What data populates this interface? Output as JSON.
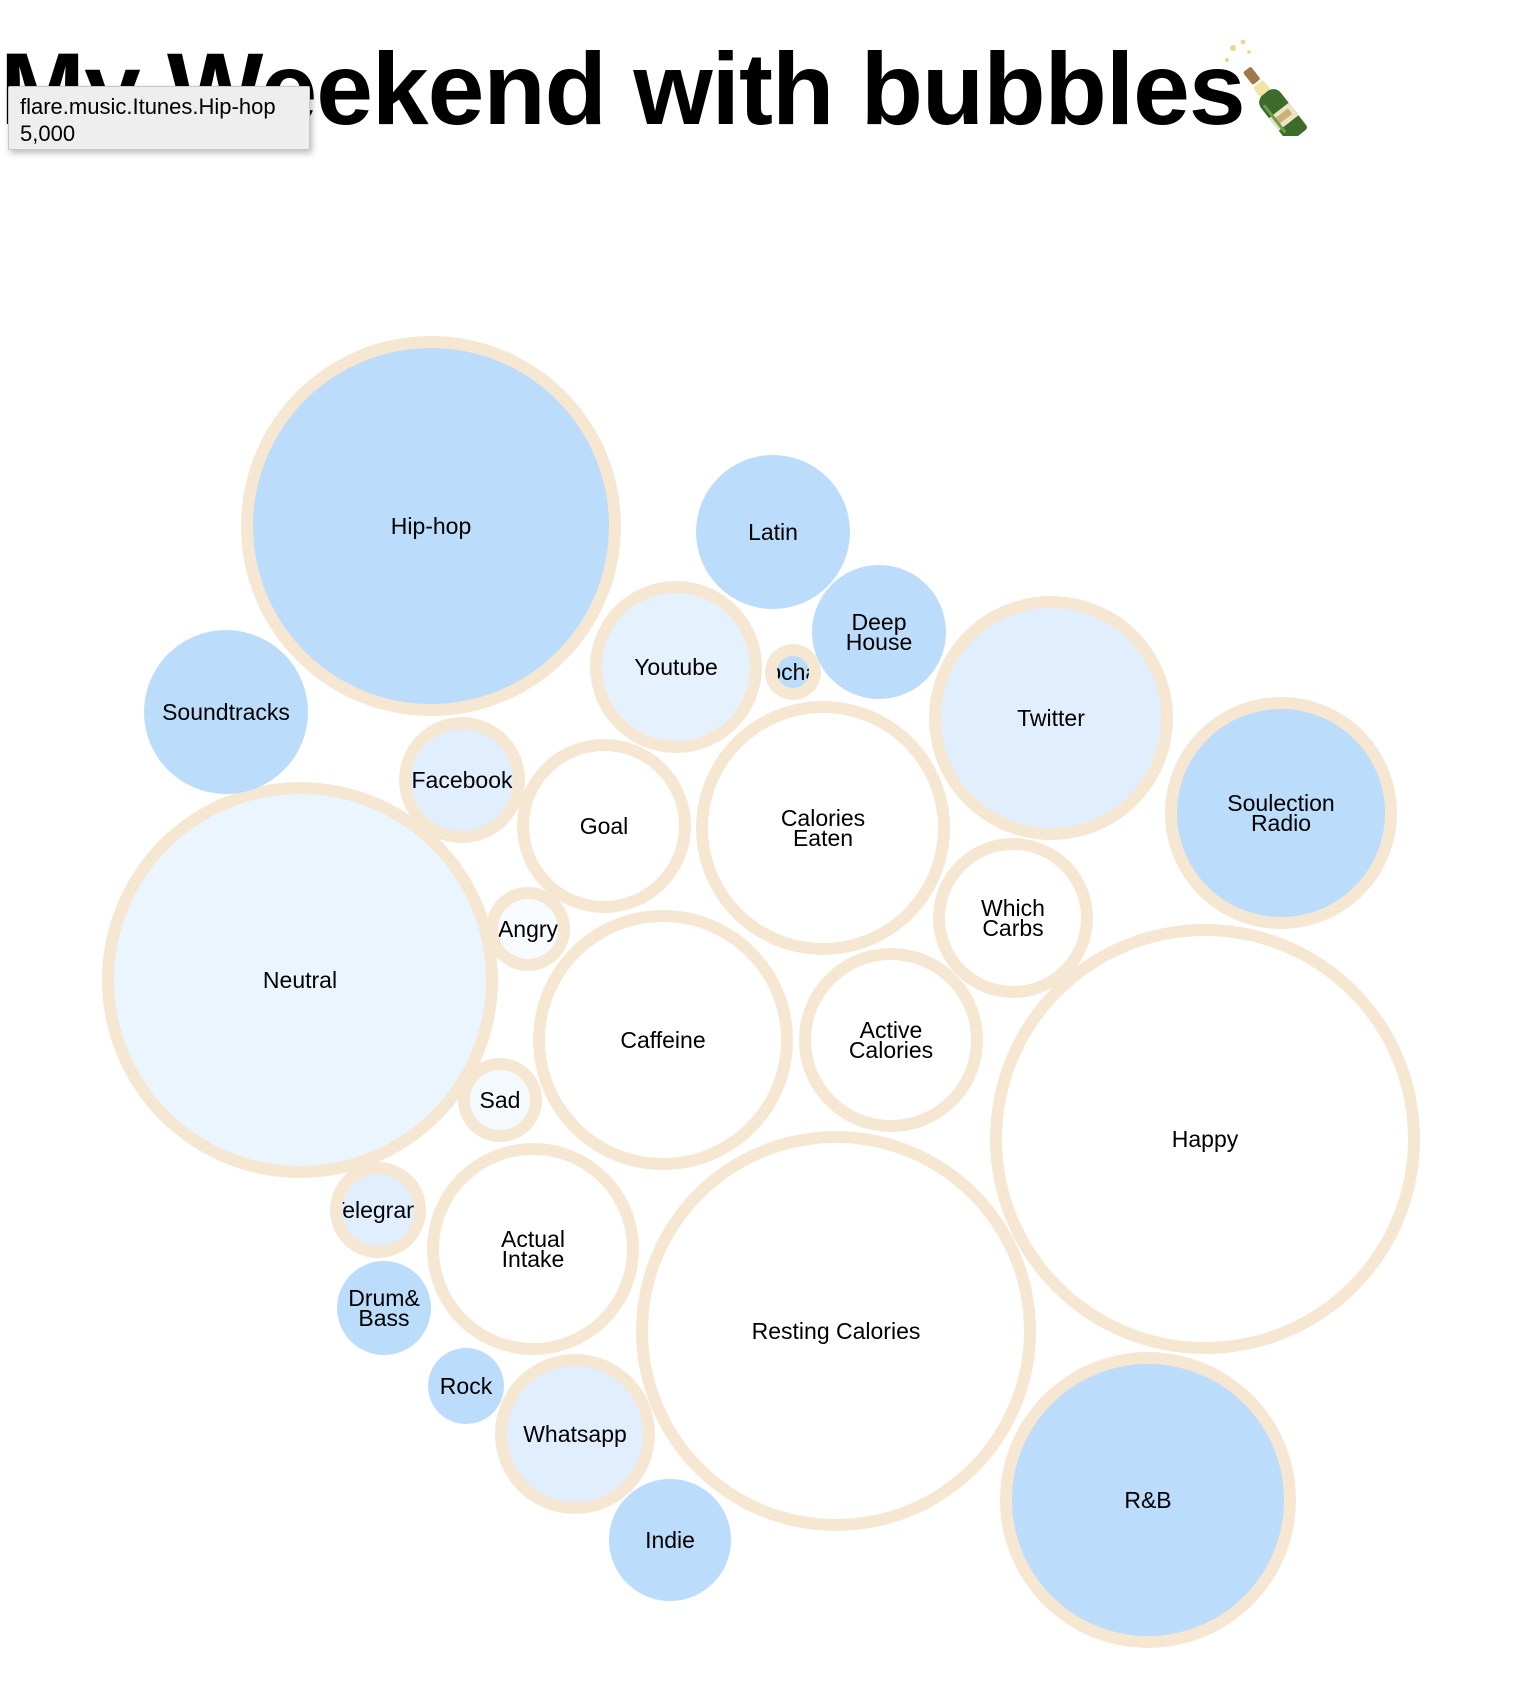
{
  "page": {
    "title": "My Weekend with bubbles",
    "title_emoji": "bottle-with-popping-cork-icon"
  },
  "tooltip": {
    "name": "flare.music.Itunes.Hip-hop",
    "value": "5,000"
  },
  "colors": {
    "ring": "#f6e7d3",
    "music": "#bbdcfa",
    "social_high": "#e1eefd",
    "social_low": "#e6f1fe",
    "mood_neutral": "#ebf5fe",
    "mood_angry": "#f7fbff",
    "mood_sad": "#f4f9fe",
    "fill_white": "#ffffff"
  },
  "chart_data": {
    "type": "bubble",
    "title": "My Weekend with bubbles",
    "root": "flare",
    "bubbles": [
      {
        "id": "hip-hop",
        "label": "Hip-hop",
        "group": "music",
        "value": 5000,
        "ring": true,
        "fill": "music"
      },
      {
        "id": "latin",
        "label": "Latin",
        "group": "music",
        "ring": false,
        "fill": "music"
      },
      {
        "id": "deep-house",
        "label": "Deep House",
        "group": "music",
        "ring": false,
        "fill": "music"
      },
      {
        "id": "soundtracks",
        "label": "Soundtracks",
        "group": "music",
        "ring": false,
        "fill": "music"
      },
      {
        "id": "soulection-radio",
        "label": "Soulection Radio",
        "group": "music",
        "ring": true,
        "fill": "music"
      },
      {
        "id": "drum-bass",
        "label": "Drum& Bass",
        "group": "music",
        "ring": false,
        "fill": "music"
      },
      {
        "id": "rock",
        "label": "Rock",
        "group": "music",
        "ring": false,
        "fill": "music"
      },
      {
        "id": "indie",
        "label": "Indie",
        "group": "music",
        "ring": false,
        "fill": "music"
      },
      {
        "id": "rnb",
        "label": "R&B",
        "group": "music",
        "ring": true,
        "fill": "music"
      },
      {
        "id": "youtube",
        "label": "Youtube",
        "group": "social",
        "ring": true,
        "fill": "social_low"
      },
      {
        "id": "snapchat",
        "label": "Snapchat",
        "group": "social",
        "ring": true,
        "fill": "music"
      },
      {
        "id": "twitter",
        "label": "Twitter",
        "group": "social",
        "ring": true,
        "fill": "social_high"
      },
      {
        "id": "facebook",
        "label": "Facebook",
        "group": "social",
        "ring": true,
        "fill": "social_high"
      },
      {
        "id": "telegram",
        "label": "Telegram",
        "group": "social",
        "ring": true,
        "fill": "social_high"
      },
      {
        "id": "whatsapp",
        "label": "Whatsapp",
        "group": "social",
        "ring": true,
        "fill": "social_high"
      },
      {
        "id": "goal",
        "label": "Goal",
        "group": "health",
        "ring": true,
        "fill": "fill_white"
      },
      {
        "id": "calories-eaten",
        "label": "Calories Eaten",
        "group": "health",
        "ring": true,
        "fill": "fill_white"
      },
      {
        "id": "which-carbs",
        "label": "Which Carbs",
        "group": "health",
        "ring": true,
        "fill": "fill_white"
      },
      {
        "id": "caffeine",
        "label": "Caffeine",
        "group": "health",
        "ring": true,
        "fill": "fill_white"
      },
      {
        "id": "active-calories",
        "label": "Active Calories",
        "group": "health",
        "ring": true,
        "fill": "fill_white"
      },
      {
        "id": "actual-intake",
        "label": "Actual Intake",
        "group": "health",
        "ring": true,
        "fill": "fill_white"
      },
      {
        "id": "resting-calories",
        "label": "Resting Calories",
        "group": "health",
        "ring": true,
        "fill": "fill_white"
      },
      {
        "id": "neutral",
        "label": "Neutral",
        "group": "mood",
        "ring": true,
        "fill": "mood_neutral"
      },
      {
        "id": "angry",
        "label": "Angry",
        "group": "mood",
        "ring": true,
        "fill": "mood_angry"
      },
      {
        "id": "sad",
        "label": "Sad",
        "group": "mood",
        "ring": true,
        "fill": "mood_sad"
      },
      {
        "id": "happy",
        "label": "Happy",
        "group": "mood",
        "ring": true,
        "fill": "fill_white"
      }
    ]
  }
}
